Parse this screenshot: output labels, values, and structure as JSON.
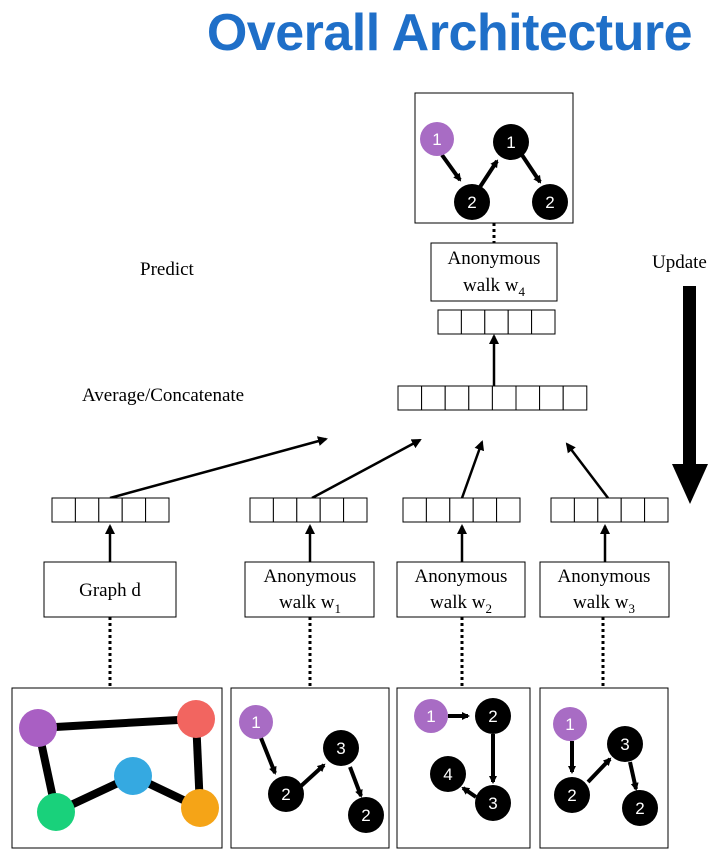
{
  "title": "Overall Architecture",
  "labels": {
    "predict": "Predict",
    "average": "Average/Concatenate",
    "update": "Update"
  },
  "walk_boxes": {
    "target": {
      "line1": "Anonymous",
      "line2": "walk w",
      "sub": "4"
    },
    "w1": {
      "line1": "Anonymous",
      "line2": "walk w",
      "sub": "1"
    },
    "w2": {
      "line1": "Anonymous",
      "line2": "walk w",
      "sub": "2"
    },
    "w3": {
      "line1": "Anonymous",
      "line2": "walk w",
      "sub": "3"
    }
  },
  "graph_box": {
    "label": "Graph d"
  },
  "node_labels": {
    "target": [
      "1",
      "2",
      "1",
      "2"
    ],
    "w1": [
      "1",
      "2",
      "3",
      "2"
    ],
    "w2": [
      "1",
      "2",
      "3",
      "4"
    ],
    "w3": [
      "1",
      "2",
      "3",
      "2"
    ]
  },
  "colors": {
    "title": "#1f6fc8",
    "first_node": "#a86cc4",
    "walk_node": "#000000",
    "graph_purple": "#a95fc3",
    "graph_red": "#f26560",
    "graph_blue": "#35a9e1",
    "graph_green": "#19d17b",
    "graph_orange": "#f5a417"
  }
}
